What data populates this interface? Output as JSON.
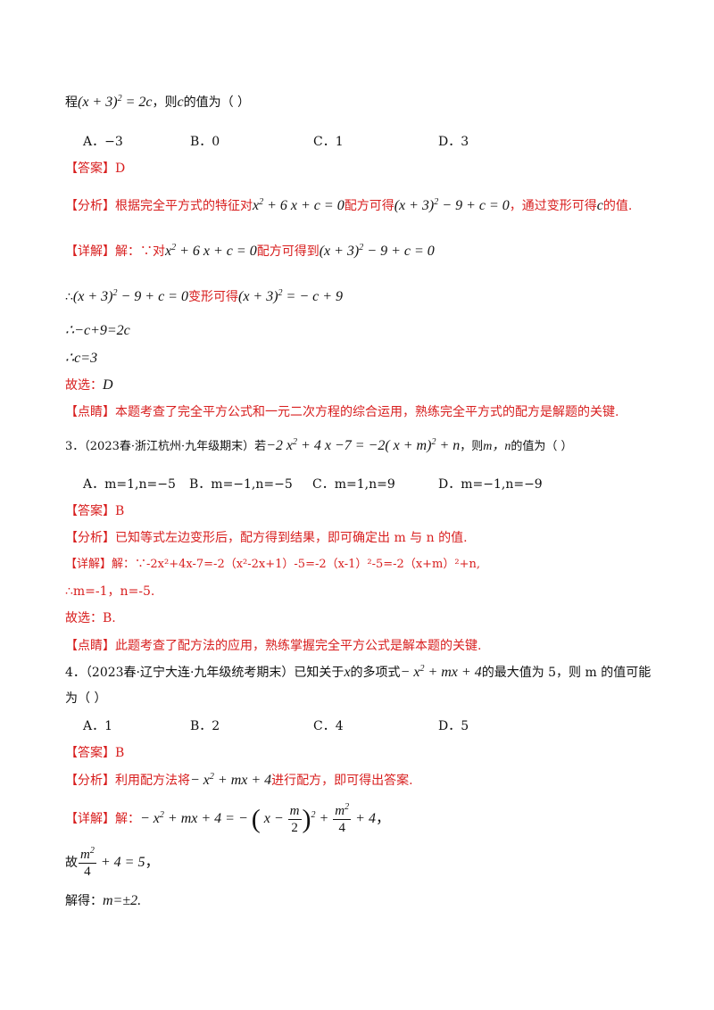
{
  "q2": {
    "stem_prefix": "程",
    "stem_math": "(x+3)²=2c",
    "stem_mid": "，则",
    "stem_c": "c",
    "stem_suffix": "的值为（    ）",
    "options": [
      "A．−3",
      "B．0",
      "C．1",
      "D．3"
    ],
    "answer_tag": "【答案】",
    "answer": "D",
    "analysis_tag": "【分析】",
    "analysis_a": "根据完全平方式的特征对",
    "analysis_eq1": "x²+6x+c=0",
    "analysis_b": "配方可得",
    "analysis_eq2": "(x+3)²−9+c=0",
    "analysis_c": "，通过变形可得",
    "analysis_var": "c",
    "analysis_d": "的值.",
    "detail_tag": "【详解】",
    "detail_a": "解：∵对",
    "detail_eq1": "x²+6x+c=0",
    "detail_b": "配方可得到",
    "detail_eq2": "(x+3)²−9+c=0",
    "step1_a": "∴",
    "step1_eq": "(x+3)²−9+c=0",
    "step1_b": "变形可得",
    "step1_eq2": "(x+3)²=−c+9",
    "step2": "∴−c+9=2c",
    "step3": "∴c=3",
    "choose_label": "故选：",
    "choose_val": "D",
    "comment_tag": "【点睛】",
    "comment": "本题考查了完全平方公式和一元二次方程的综合运用，熟练完全平方式的配方是解题的关键."
  },
  "q3": {
    "stem_a": "3．（2023春·浙江杭州·九年级期末）若",
    "stem_eq": "−2x²+4x−7=−2(x+m)²+n",
    "stem_b": "，则",
    "stem_vars": "m，n",
    "stem_c": "的值为（    ）",
    "options": [
      "A．m=1,n=−5",
      "B．m=−1,n=−5",
      "C．m=1,n=9",
      "D．m=−1,n=−9"
    ],
    "answer_tag": "【答案】",
    "answer": "B",
    "analysis_tag": "【分析】",
    "analysis": "已知等式左边变形后，配方得到结果，即可确定出 m 与 n 的值.",
    "detail_tag": "【详解】",
    "detail": "解：∵-2x²+4x-7=-2（x²-2x+1）-5=-2（x-1）²-5=-2（x+m）²+n,",
    "step1": "∴m=-1，n=-5.",
    "choose": "故选：B.",
    "comment_tag": "【点睛】",
    "comment": "此题考查了配方法的应用，熟练掌握完全平方公式是解本题的关键."
  },
  "q4": {
    "stem_a": "4．（2023春·辽宁大连·九年级统考期末）已知关于",
    "stem_x": "x",
    "stem_b": "的多项式",
    "stem_eq": "−x²+mx+4",
    "stem_c": "的最大值为 5，则 m 的值可能",
    "stem_line2": "为（    ）",
    "options": [
      "A．1",
      "B．2",
      "C．4",
      "D．5"
    ],
    "answer_tag": "【答案】",
    "answer": "B",
    "analysis_tag": "【分析】",
    "analysis_a": "利用配方法将",
    "analysis_eq": "−x²+mx+4",
    "analysis_b": "进行配方，即可得出答案.",
    "detail_tag": "【详解】",
    "detail_a": "解：",
    "detail_eq": "−x²+mx+4=−(x−m/2)²+m²/4+4，",
    "step1": "故m²/4+4=5，",
    "step2_a": "解得：",
    "step2_eq": "m=±2."
  }
}
